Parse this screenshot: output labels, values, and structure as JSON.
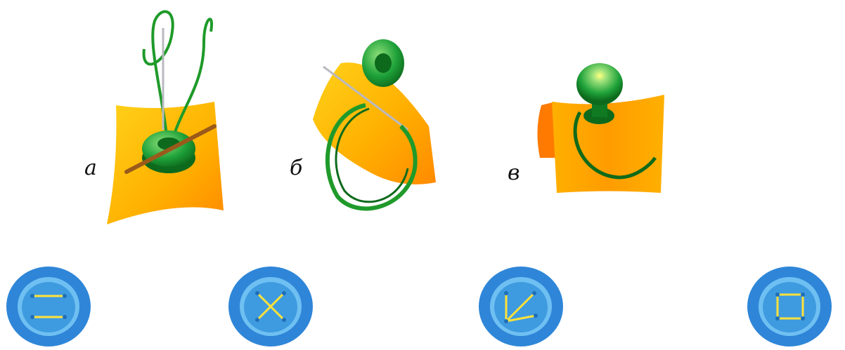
{
  "steps": [
    {
      "id": "a",
      "label": "а"
    },
    {
      "id": "b",
      "label": "б"
    },
    {
      "id": "c",
      "label": "в"
    }
  ],
  "buttons": [
    {
      "id": "parallel",
      "stitch": "two-parallel-stitches"
    },
    {
      "id": "cross",
      "stitch": "cross-stitch"
    },
    {
      "id": "arrow",
      "stitch": "arrow-stitch"
    },
    {
      "id": "square",
      "stitch": "square-stitch"
    }
  ],
  "colors": {
    "fabric_light": "#ffd21a",
    "fabric_dark": "#ff8a00",
    "thread": "#1f9a2a",
    "thread_light": "#8fe07a",
    "button_green": "#1fa23a",
    "needle": "#b9b9c0",
    "matchstick": "#9a5a1a",
    "button_blue": "#2f86d8",
    "button_blue_light": "#6fc0f2",
    "stitch_yellow": "#ffe23a"
  }
}
